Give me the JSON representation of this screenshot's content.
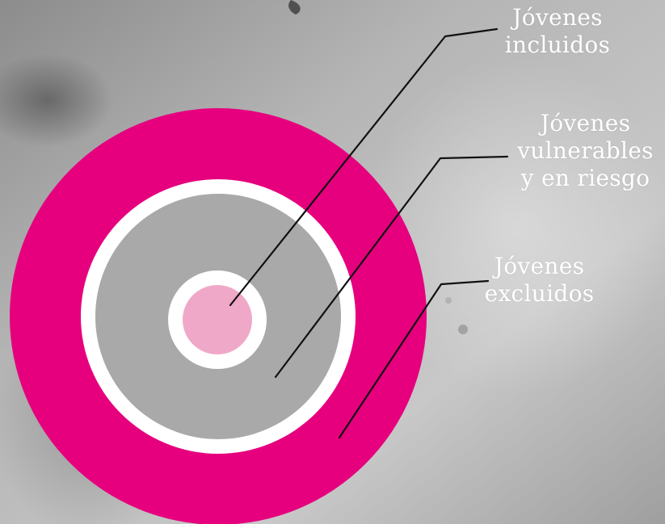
{
  "colors": {
    "background": "#bdbdbd",
    "outer_ring": "#e6007e",
    "white_ring": "#ffffff",
    "middle_disc": "#a9a9a9",
    "inner_disc": "#f0a8c8",
    "leader_line": "#111111",
    "label_text": "#ffffff"
  },
  "diagram": {
    "labels": {
      "included": {
        "line1": "Jóvenes",
        "line2": "incluidos"
      },
      "vulnerable": {
        "line1": "Jóvenes",
        "line2": "vulnerables",
        "line3": "y en riesgo"
      },
      "excluded": {
        "line1": "Jóvenes",
        "line2": "excluidos"
      }
    }
  }
}
